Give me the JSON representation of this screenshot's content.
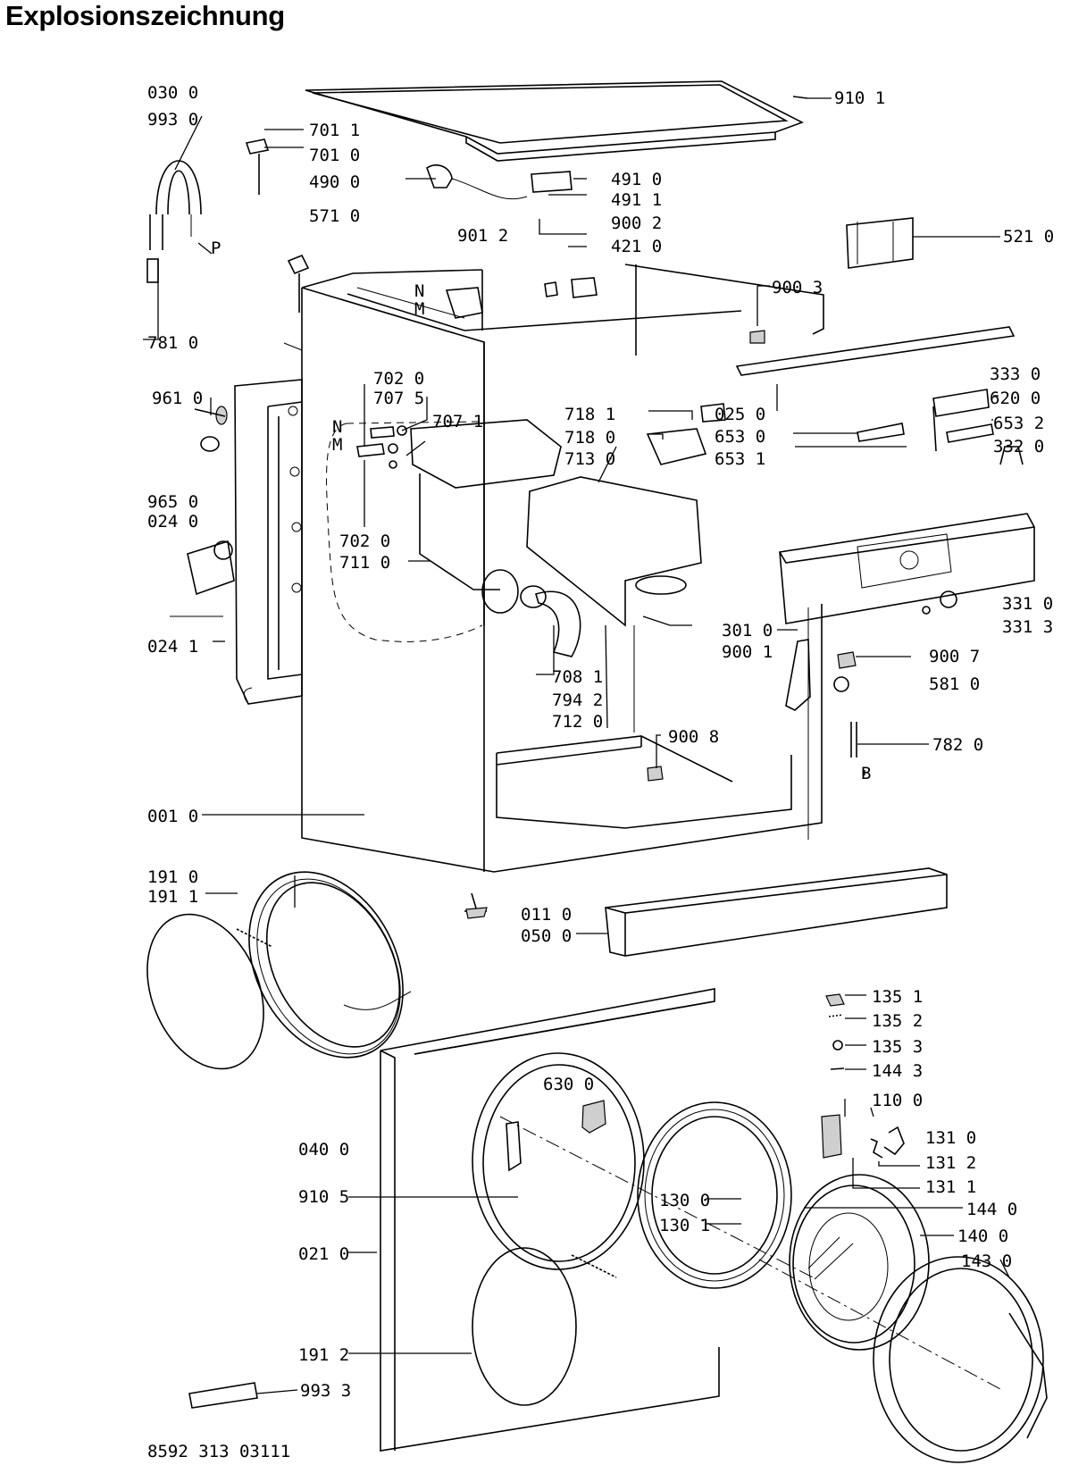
{
  "title": "Explosionszeichnung",
  "doc_number": "8592 313 03111",
  "markers": {
    "P": "P",
    "B": "B",
    "N1": "N",
    "M1": "M",
    "N2": "N",
    "M2": "M"
  },
  "parts": {
    "p030_0": "030 0",
    "p993_0": "993 0",
    "p701_1": "701 1",
    "p701_0": "701 0",
    "p490_0": "490 0",
    "p571_0": "571 0",
    "p491_0": "491 0",
    "p491_1": "491 1",
    "p910_1": "910 1",
    "p901_2": "901 2",
    "p900_2": "900 2",
    "p421_0": "421 0",
    "p521_0": "521 0",
    "p900_3": "900 3",
    "p781_0": "781 0",
    "p702_0a": "702 0",
    "p707_5": "707 5",
    "p707_1": "707 1",
    "p961_0": "961 0",
    "p718_1": "718 1",
    "p718_0": "718 0",
    "p713_0": "713 0",
    "p333_0": "333 0",
    "p620_0": "620 0",
    "p653_2": "653 2",
    "p332_0": "332 0",
    "p025_0": "025 0",
    "p653_0": "653 0",
    "p653_1": "653 1",
    "p965_0": "965 0",
    "p024_0": "024 0",
    "p702_0b": "702 0",
    "p711_0": "711 0",
    "p331_0": "331 0",
    "p331_3": "331 3",
    "p301_0": "301 0",
    "p900_1": "900 1",
    "p024_1": "024 1",
    "p900_7": "900 7",
    "p708_1": "708 1",
    "p581_0": "581 0",
    "p794_2": "794 2",
    "p712_0": "712 0",
    "p900_8": "900 8",
    "p782_0": "782 0",
    "p001_0": "001 0",
    "p191_0": "191 0",
    "p191_1": "191 1",
    "p011_0": "011 0",
    "p050_0": "050 0",
    "p135_1": "135 1",
    "p135_2": "135 2",
    "p135_3": "135 3",
    "p144_3": "144 3",
    "p630_0": "630 0",
    "p110_0": "110 0",
    "p040_0": "040 0",
    "p131_0": "131 0",
    "p131_2": "131 2",
    "p131_1": "131 1",
    "p910_5": "910 5",
    "p130_0": "130 0",
    "p144_0": "144 0",
    "p130_1": "130 1",
    "p140_0": "140 0",
    "p143_0": "143 0",
    "p021_0": "021 0",
    "p191_2": "191 2",
    "p993_3": "993 3"
  }
}
